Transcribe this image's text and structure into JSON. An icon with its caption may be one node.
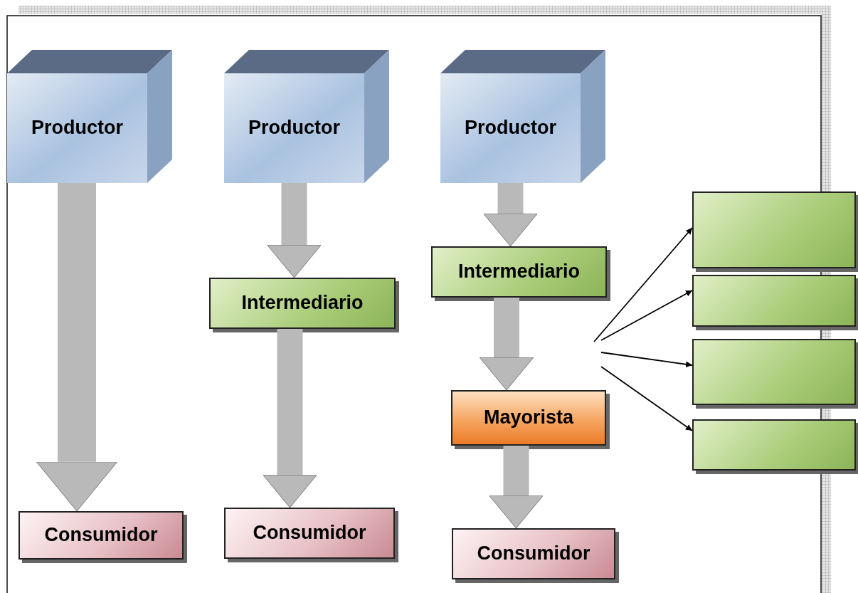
{
  "diagram": {
    "nodes": [
      {
        "text": [
          "Productor"
        ]
      },
      {
        "text": [
          "Consumidor"
        ]
      },
      {
        "text": [
          "Productor"
        ]
      },
      {
        "text": [
          "Intermediario"
        ]
      },
      {
        "text": [
          "Consumidor"
        ]
      },
      {
        "text": [
          "Productor"
        ]
      },
      {
        "text": [
          "Intermediario"
        ]
      },
      {
        "text": [
          "Mayorista"
        ]
      },
      {
        "text": [
          "Consumidor"
        ]
      },
      {
        "text": [],
        "shape": "box"
      },
      {
        "text": [],
        "shape": "box"
      },
      {
        "text": [],
        "shape": "box"
      },
      {
        "text": [],
        "shape": "box"
      }
    ],
    "edges": [
      {
        "from": 0,
        "to": 1,
        "arrow": "to"
      },
      {
        "from": 2,
        "to": 3,
        "arrow": "to"
      },
      {
        "from": 3,
        "to": 4,
        "arrow": "to"
      },
      {
        "from": 5,
        "to": 6,
        "arrow": "to"
      },
      {
        "from": 6,
        "to": 7,
        "arrow": "to"
      },
      {
        "from": 7,
        "to": 8,
        "arrow": "to"
      },
      {
        "from": null,
        "to": 9,
        "arrow": "to",
        "color": "#000000"
      },
      {
        "from": null,
        "to": 10,
        "arrow": "to",
        "color": "#000000"
      },
      {
        "from": null,
        "to": 11,
        "arrow": "to",
        "color": "#000000"
      },
      {
        "from": null,
        "to": 12,
        "arrow": "to",
        "color": "#000000"
      }
    ]
  }
}
